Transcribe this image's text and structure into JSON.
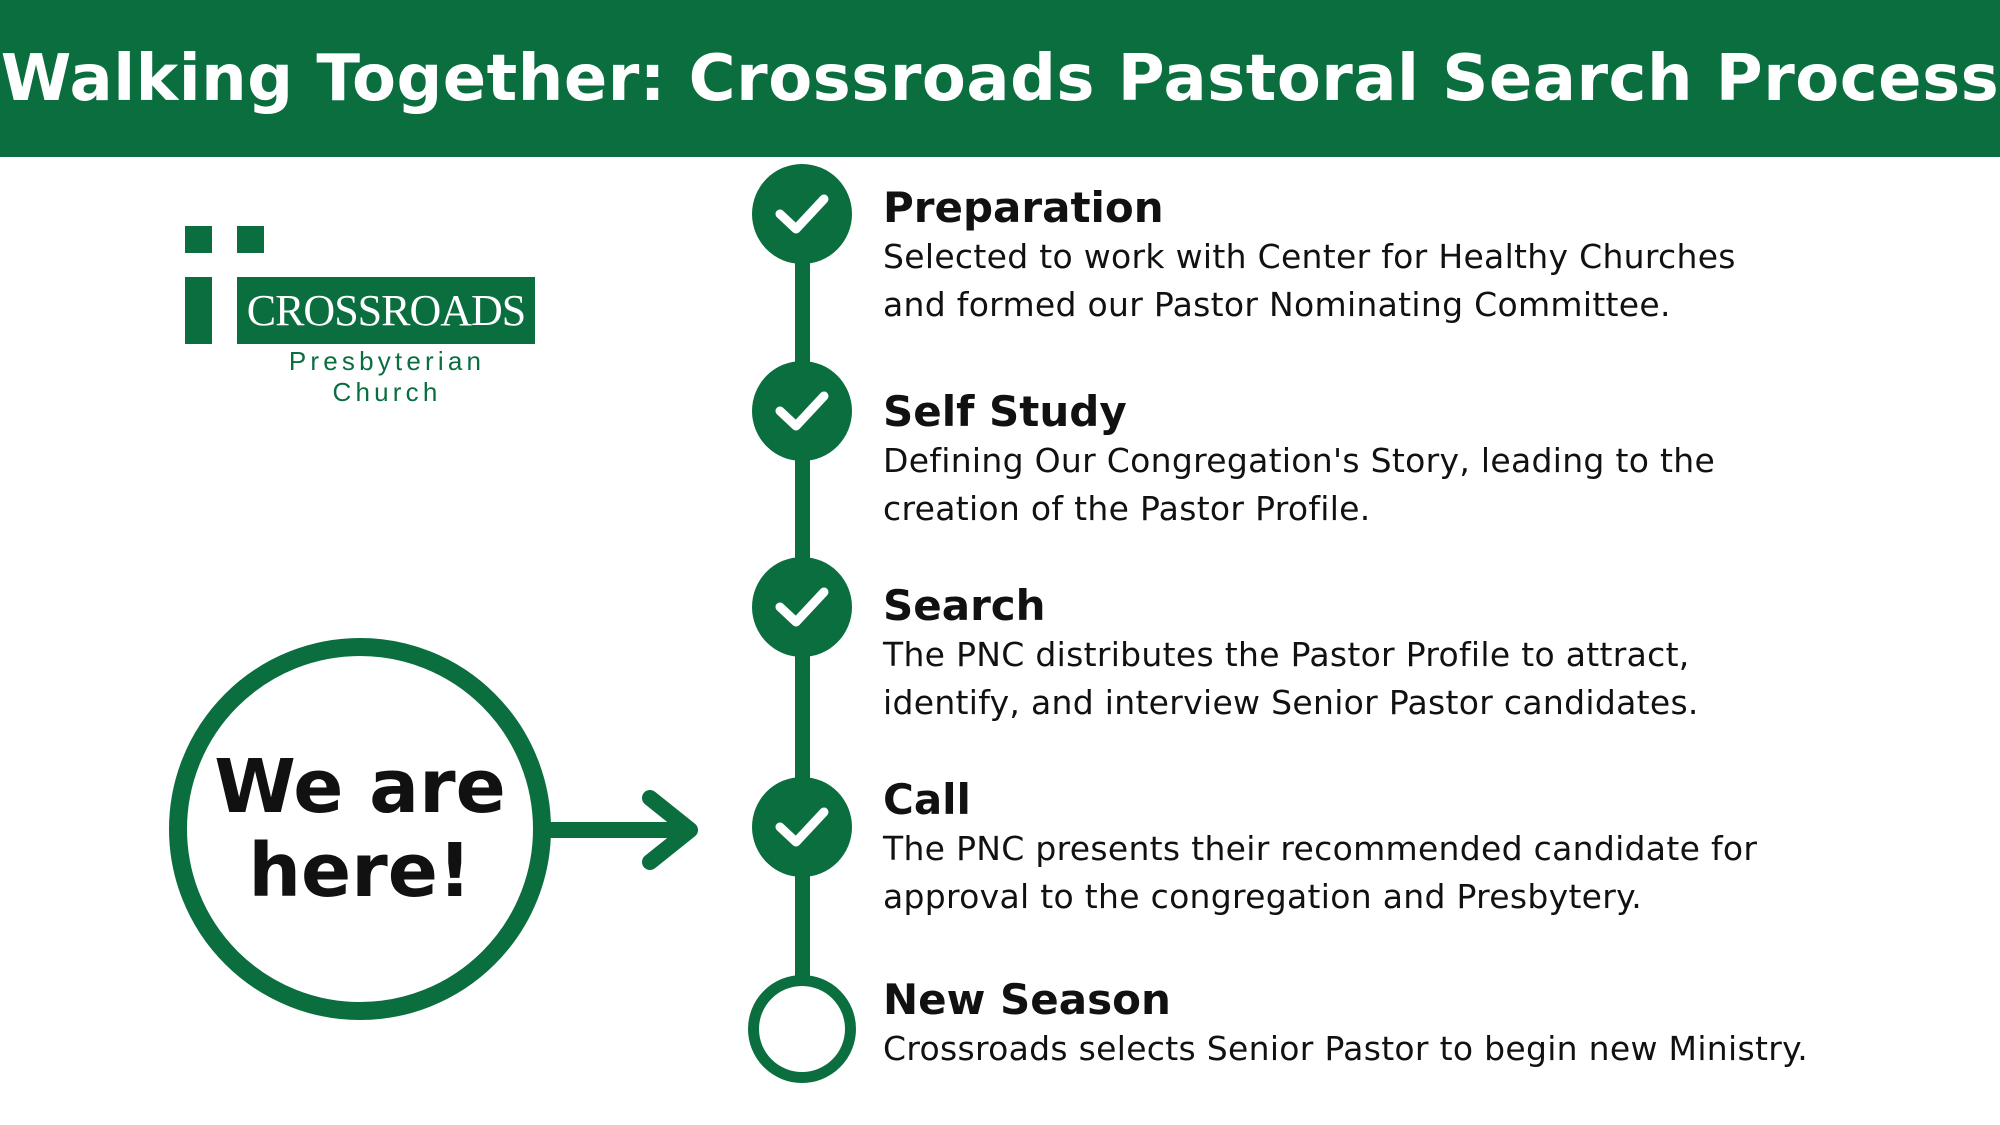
{
  "header": {
    "title": "Walking Together: Crossroads Pastoral Search Process"
  },
  "logo": {
    "name": "Crossroads",
    "subtitle": "Presbyterian Church"
  },
  "callout": {
    "line1": "We are",
    "line2": "here!"
  },
  "colors": {
    "brand": "#0a6e3f"
  },
  "steps": [
    {
      "title": "Preparation",
      "line1": "Selected to work with Center for Healthy Churches",
      "line2": "and formed our Pastor Nominating Committee.",
      "status": "complete"
    },
    {
      "title": "Self Study",
      "line1": "Defining Our Congregation's Story, leading to the",
      "line2": "creation of the Pastor Profile.",
      "status": "complete"
    },
    {
      "title": "Search",
      "line1": "The PNC distributes the Pastor Profile to attract,",
      "line2": "identify, and interview Senior Pastor candidates.",
      "status": "complete"
    },
    {
      "title": "Call",
      "line1": "The PNC presents their recommended candidate for",
      "line2": "approval to the congregation and Presbytery.",
      "status": "complete"
    },
    {
      "title": "New Season",
      "line1": "Crossroads selects Senior Pastor to begin new Ministry.",
      "status": "pending"
    }
  ]
}
